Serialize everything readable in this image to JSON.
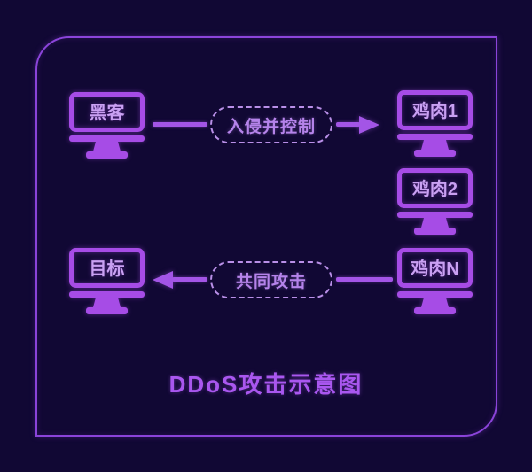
{
  "colors": {
    "bg": "#110834",
    "frame-line": "#8b44da",
    "monitor": "#a64ce6",
    "screen-text": "#c9a0f2",
    "arrow": "#a355e6",
    "oval-line": "#b98fe8",
    "oval-text": "#b583ea",
    "title": "#a957ef"
  },
  "diagram": {
    "title": "DDoS攻击示意图",
    "nodes": {
      "hacker": {
        "label": "黑客"
      },
      "zombie1": {
        "label": "鸡肉1"
      },
      "zombie2": {
        "label": "鸡肉2"
      },
      "zombieN": {
        "label": "鸡肉N"
      },
      "target": {
        "label": "目标"
      }
    },
    "edges": {
      "control": {
        "label": "入侵并控制"
      },
      "attack": {
        "label": "共同攻击"
      }
    },
    "icons": {
      "node": "computer-monitor-icon",
      "arrow_right": "arrowhead-right-icon",
      "arrow_left": "arrowhead-left-icon"
    }
  }
}
